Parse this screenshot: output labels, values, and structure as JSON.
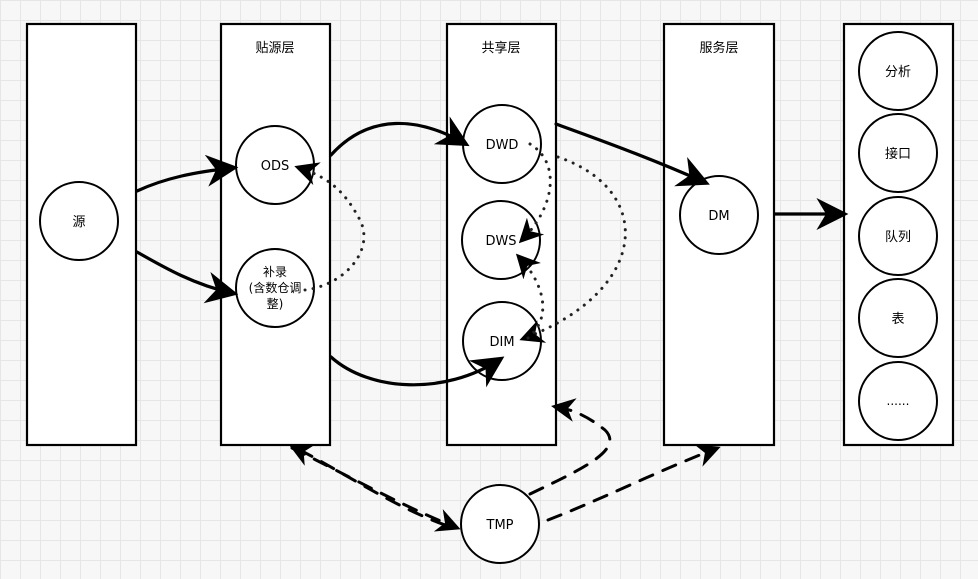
{
  "layers": {
    "source": {
      "node": "源"
    },
    "paste": {
      "title": "贴源层",
      "ods": "ODS",
      "supplement": [
        "补录",
        "(含数仓调",
        "整)"
      ]
    },
    "shared": {
      "title": "共享层",
      "dwd": "DWD",
      "dws": "DWS",
      "dim": "DIM"
    },
    "service": {
      "title": "服务层",
      "dm": "DM"
    },
    "apps": {
      "items": [
        "分析",
        "接口",
        "队列",
        "表",
        "......"
      ]
    }
  },
  "tmp": "TMP",
  "colors": {
    "stroke": "#000000",
    "fill": "#ffffff",
    "grid": "#e6e6e6",
    "background": "#f7f7f7"
  }
}
